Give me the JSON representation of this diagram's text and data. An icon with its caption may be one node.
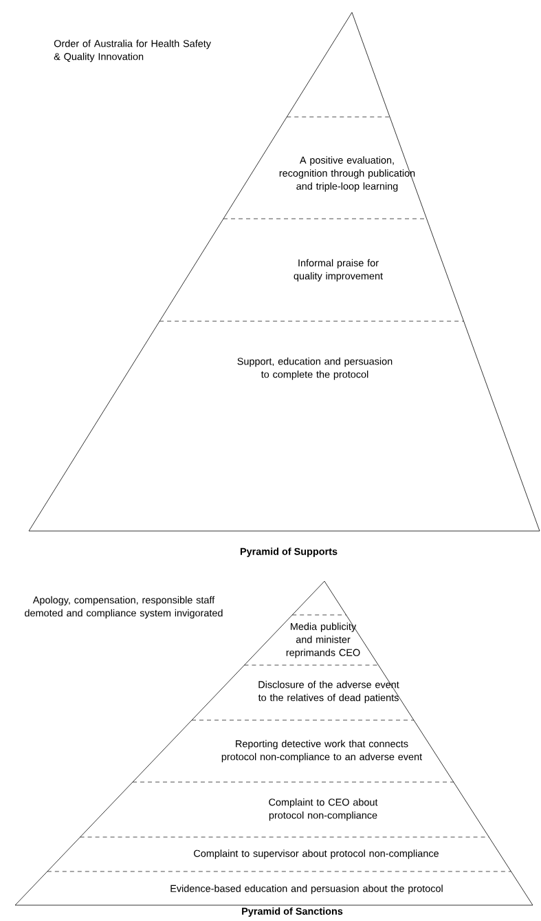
{
  "diagram": {
    "nodes": [
      {
        "text": [
          "Order of Australia for Health Safety & Quality Innovation"
        ]
      },
      {
        "text": [
          "A positive evaluation, recognition through publication and triple-loop learning"
        ]
      },
      {
        "text": [
          "Informal praise for quality improvement"
        ]
      },
      {
        "text": [
          "Support, education and persuasion to complete the protocol"
        ]
      },
      {
        "text": [
          "Apology, compensation, responsible staff demoted and compliance system invigorated"
        ]
      },
      {
        "text": [
          "Media publicity and minister reprimands CEO"
        ]
      },
      {
        "text": [
          "Disclosure of the adverse event to the relatives of dead patients"
        ]
      },
      {
        "text": [
          "Reporting detective work that connects protocol non-compliance to an adverse event"
        ]
      },
      {
        "text": [
          "Complaint to CEO about protocol non-compliance"
        ]
      },
      {
        "text": [
          "Complaint to supervisor about protocol non-compliance"
        ]
      },
      {
        "text": [
          "Evidence-based education and persuasion about the protocol"
        ]
      }
    ],
    "labels": [
      "Pyramid of Supports",
      "Pyramid of Sanctions"
    ]
  }
}
